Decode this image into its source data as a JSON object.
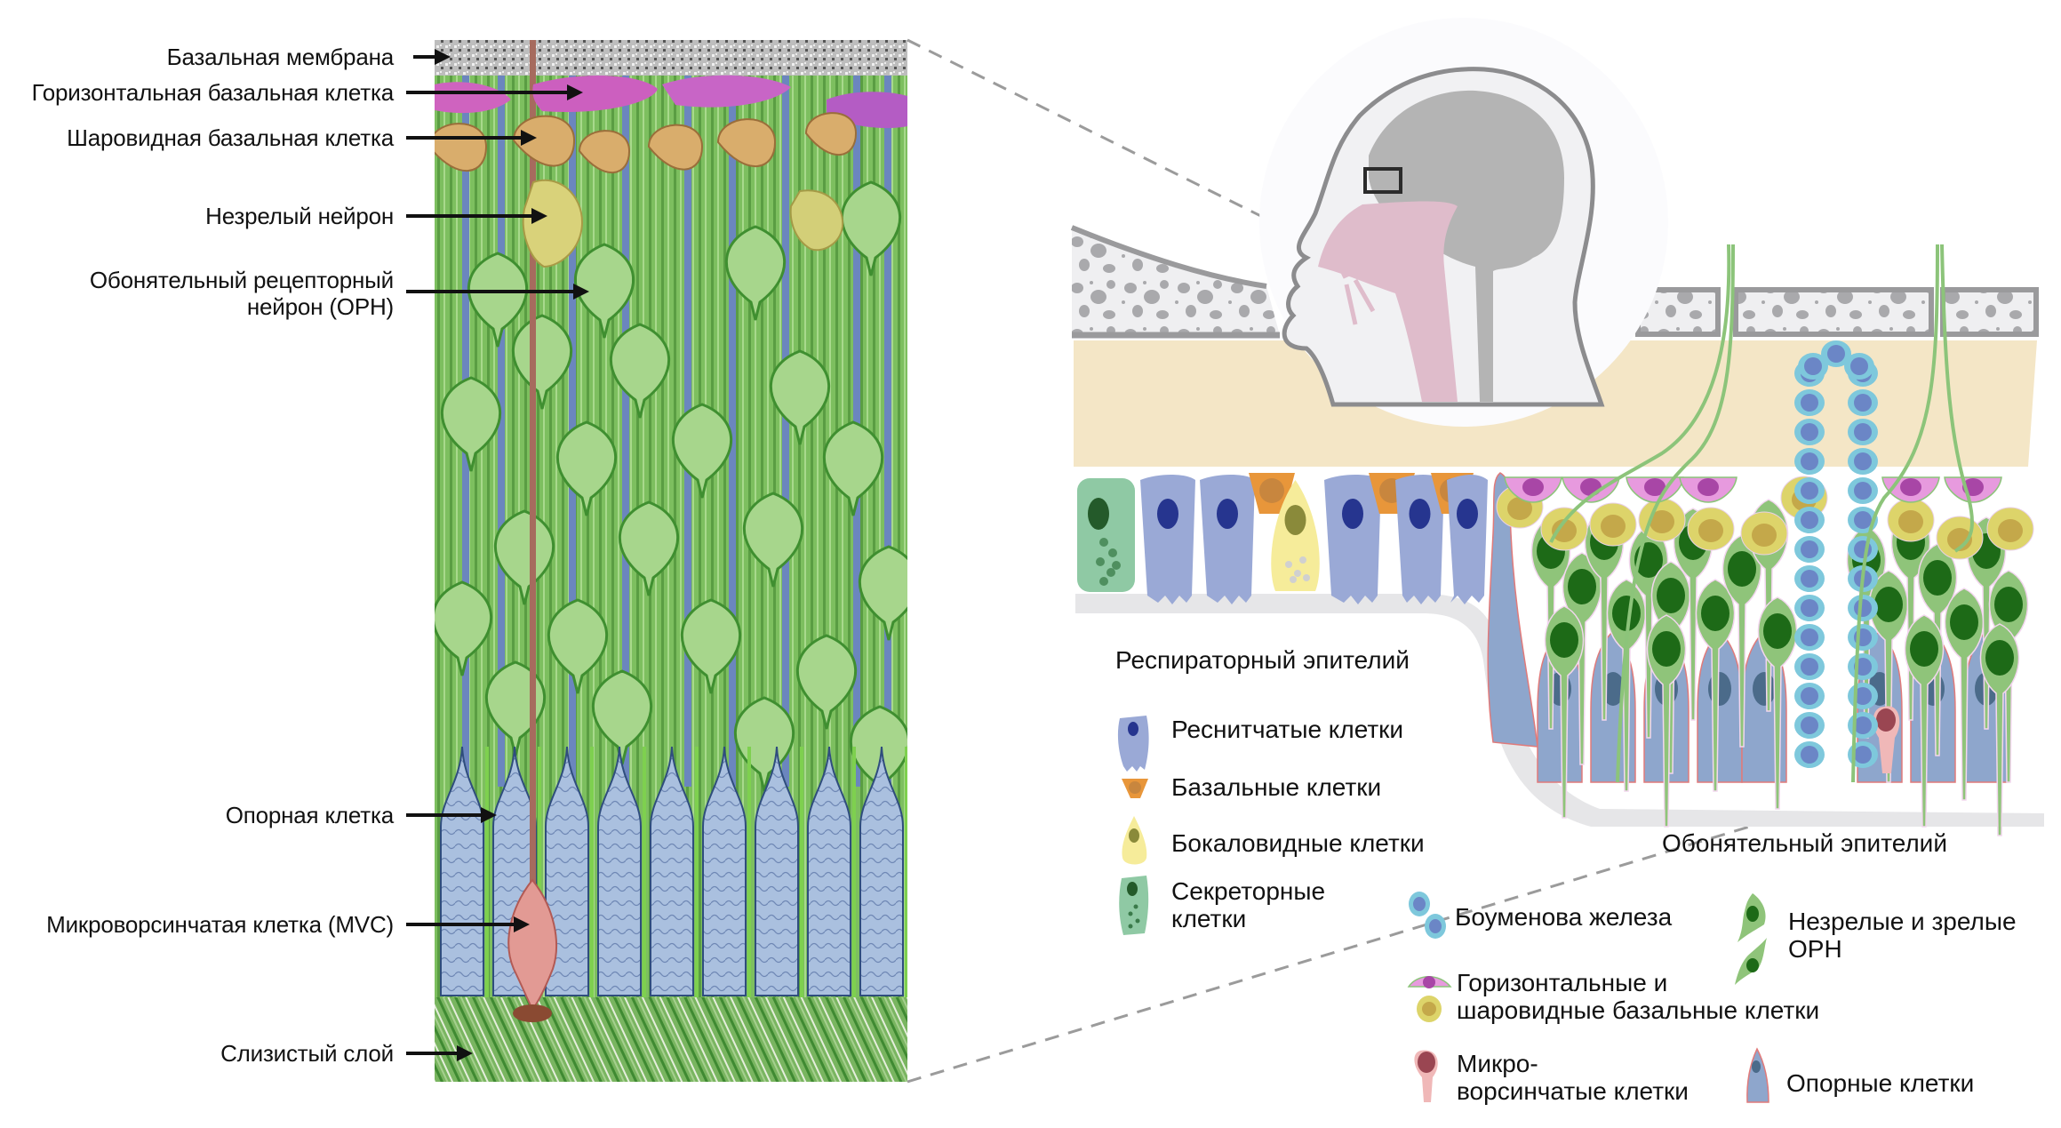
{
  "figure": {
    "left_panel": {
      "labels": [
        {
          "id": "basal-membrane",
          "text": "Базальная мембрана"
        },
        {
          "id": "horizontal-basal-cell",
          "text": "Горизонтальная базальная клетка"
        },
        {
          "id": "globose-basal-cell",
          "text": "Шаровидная базальная клетка"
        },
        {
          "id": "immature-neuron",
          "text": "Незрелый нейрон"
        },
        {
          "id": "orn",
          "lines": [
            "Обонятельный рецепторный",
            "нейрон (ОРН)"
          ]
        },
        {
          "id": "support-cell",
          "text": "Опорная клетка"
        },
        {
          "id": "microvillous-cell",
          "text": "Микроворсинчатая клетка (MVC)"
        },
        {
          "id": "mucus-layer",
          "text": "Слизистый слой"
        }
      ]
    },
    "respiratory_legend": {
      "title": "Респираторный эпителий",
      "items": [
        {
          "id": "ciliated",
          "text": "Реснитчатые клетки",
          "color": "#9aa9d6"
        },
        {
          "id": "basal",
          "text": "Базальные клетки",
          "color": "#e8963a"
        },
        {
          "id": "goblet",
          "text": "Бокаловидные клетки",
          "color": "#f6ec9a"
        },
        {
          "id": "secretory",
          "lines": [
            "Секреторные",
            "клетки"
          ],
          "color": "#8fc9a4"
        }
      ]
    },
    "olfactory_legend": {
      "title": "Обонятельный эпителий",
      "items": [
        {
          "id": "bowman-gland",
          "text": "Боуменова железа",
          "color": "#7ec8dc"
        },
        {
          "id": "orn",
          "lines": [
            "Незрелые и зрелые",
            "ОРН"
          ],
          "color": "#8fc47a"
        },
        {
          "id": "basal",
          "lines": [
            "Горизонтальные и",
            "шаровидные базальные клетки"
          ],
          "color": "#e79ade"
        },
        {
          "id": "microvillous",
          "lines": [
            "Микро-",
            "ворсинчатые клетки"
          ],
          "color": "#f0b8b8"
        },
        {
          "id": "support",
          "text": "Опорные клетки",
          "color": "#8ea6cc"
        }
      ]
    },
    "colors": {
      "bone": "#efeff1",
      "bone_edge": "#9a9a9c",
      "lamina": "#f4e6c6",
      "basement": "#e6e6e8",
      "nucleus_ciliated": "#26358f",
      "orn_nucleus": "#1d6a17",
      "support_nucleus": "#4b6b8a",
      "gland_nucleus": "#6b86c6",
      "globose": "#ddd46a",
      "globose_nucleus": "#c4a84a",
      "horizontal_nucleus": "#a846a6",
      "mvc_nucleus": "#9a4652",
      "brain": "#b4b4b4",
      "airway": "#dfbccb",
      "head_fill": "#f1f1f3",
      "dash": "#9b9b9b"
    }
  }
}
